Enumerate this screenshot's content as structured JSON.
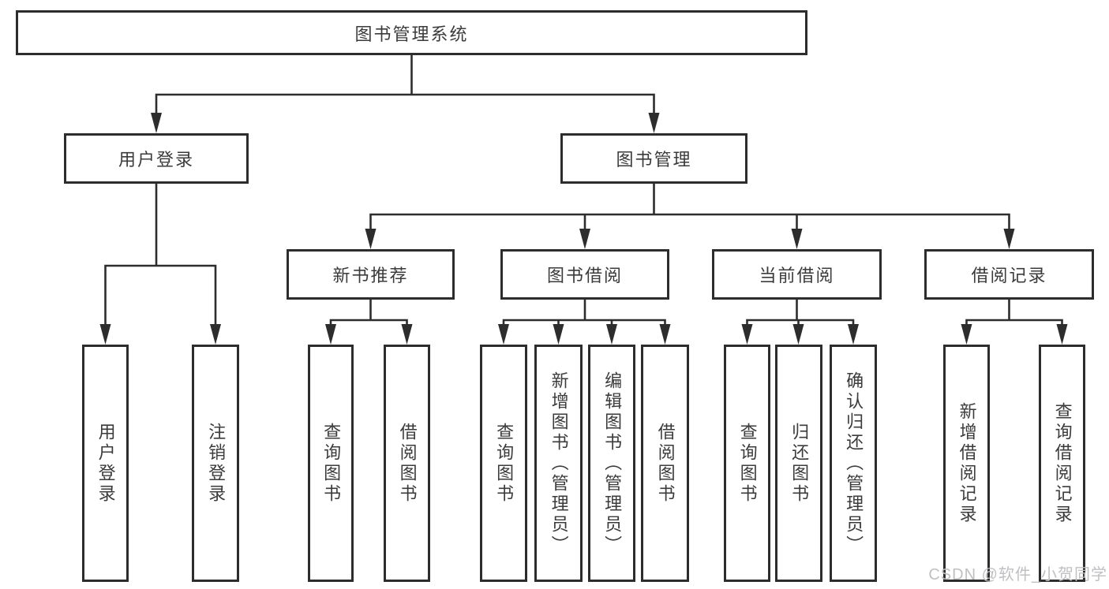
{
  "diagram_title": "图书管理系统",
  "tree": {
    "label": "图书管理系统",
    "children": [
      {
        "label": "用户登录",
        "children": [
          {
            "label": "用户登录"
          },
          {
            "label": "注销登录"
          }
        ]
      },
      {
        "label": "图书管理",
        "children": [
          {
            "label": "新书推荐",
            "children": [
              {
                "label": "查询图书"
              },
              {
                "label": "借阅图书"
              }
            ]
          },
          {
            "label": "图书借阅",
            "children": [
              {
                "label": "查询图书"
              },
              {
                "label": "新增图书（管理员）"
              },
              {
                "label": "编辑图书（管理员）"
              },
              {
                "label": "借阅图书"
              }
            ]
          },
          {
            "label": "当前借阅",
            "children": [
              {
                "label": "查询图书"
              },
              {
                "label": "归还图书"
              },
              {
                "label": "确认归还（管理员）"
              }
            ]
          },
          {
            "label": "借阅记录",
            "children": [
              {
                "label": "新增借阅记录"
              },
              {
                "label": "查询借阅记录"
              }
            ]
          }
        ]
      }
    ]
  },
  "watermark": {
    "text": "CSDN @软件_小贺同学"
  },
  "colors": {
    "background": "#ffffff",
    "box_border": "#2d2d2d",
    "connector_line": "#2d2d2d",
    "text": "#3b3b3b",
    "watermark": "#c0c0c3"
  }
}
